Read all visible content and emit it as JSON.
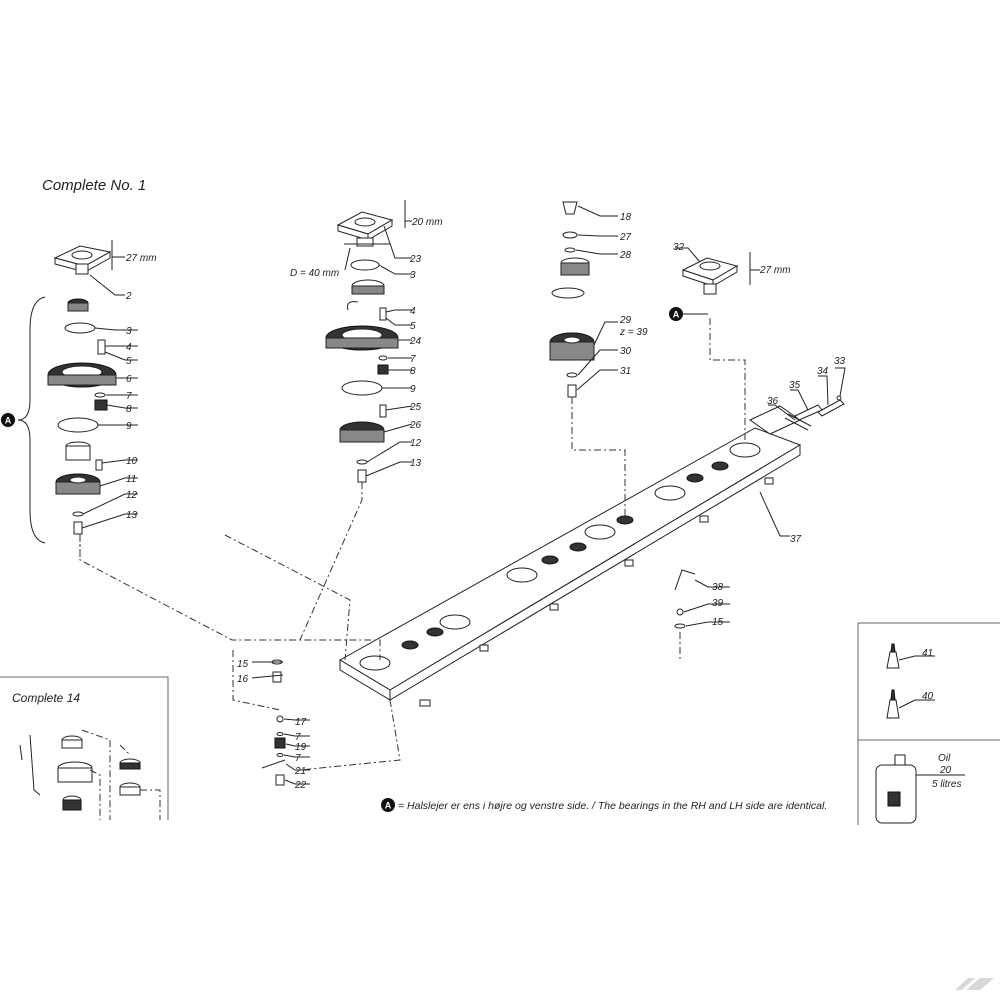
{
  "titles": {
    "complete_1": "Complete No. 1",
    "complete_14": "Complete 14"
  },
  "badge_letter": "A",
  "note": "= Halslejer er ens i højre og venstre side. / The bearings in the RH and LH side are identical.",
  "dimensions": {
    "left_housing": "27 mm",
    "center_housing": "20 mm",
    "center_diameter": "D = 40 mm",
    "right_housing": "27 mm"
  },
  "labels": {
    "l2": "2",
    "l3": "3",
    "l4": "4",
    "l5": "5",
    "l6": "6",
    "l7": "7",
    "l8": "8",
    "l9": "9",
    "l10": "10",
    "l11": "11",
    "l12": "12",
    "l13": "13",
    "c23": "23",
    "c3": "3",
    "c4": "4",
    "c5": "5",
    "c24": "24",
    "c7": "7",
    "c8": "8",
    "c9": "9",
    "c25": "25",
    "c26": "26",
    "c12": "12",
    "c13": "13",
    "r18": "18",
    "r27": "27",
    "r28": "28",
    "r29": "29",
    "r29z": "z = 39",
    "r30": "30",
    "r31": "31",
    "r32": "32",
    "r33": "33",
    "r34": "34",
    "r35": "35",
    "r36": "36",
    "r37": "37",
    "r38": "38",
    "r39": "39",
    "r15": "15",
    "b15": "15",
    "b16": "16",
    "b17": "17",
    "b7a": "7",
    "b19": "19",
    "b7b": "7",
    "b21": "21",
    "b22": "22",
    "k41": "41",
    "k40": "40",
    "oil_word": "Oil",
    "oil_num": "20",
    "oil_vol": "5 litres"
  },
  "colors": {
    "line": "#222222",
    "background": "#ffffff",
    "frame": "#666666"
  }
}
